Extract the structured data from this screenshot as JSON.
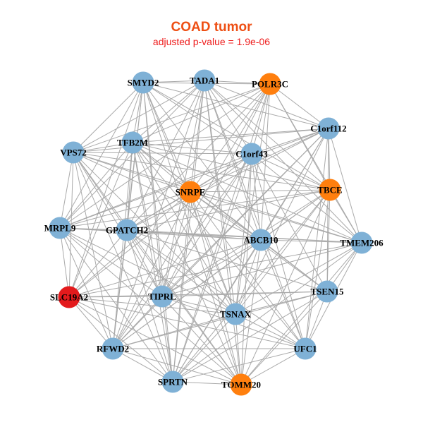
{
  "header": {
    "title": "COAD tumor",
    "subtitle": "adjusted p-value = 1.9e-06"
  },
  "colors": {
    "title": "#ee4f14",
    "subtitle": "#ee1c1c",
    "edge": "#aaaaaa",
    "default_node": "#7fb1d6",
    "highlight_node": "#ff7f0e",
    "query_node": "#e31a1c"
  },
  "nodes": [
    {
      "id": "SMYD2",
      "label": "SMYD2",
      "color": "#7fb1d6"
    },
    {
      "id": "TADA1",
      "label": "TADA1",
      "color": "#7fb1d6"
    },
    {
      "id": "POLR3C",
      "label": "POLR3C",
      "color": "#ff7f0e"
    },
    {
      "id": "C1orf112",
      "label": "C1orf112",
      "color": "#7fb1d6"
    },
    {
      "id": "TFB2M",
      "label": "TFB2M",
      "color": "#7fb1d6"
    },
    {
      "id": "C1orf43",
      "label": "C1orf43",
      "color": "#7fb1d6"
    },
    {
      "id": "VPS72",
      "label": "VPS72",
      "color": "#7fb1d6"
    },
    {
      "id": "SNRPE",
      "label": "SNRPE",
      "color": "#ff7f0e"
    },
    {
      "id": "TBCE",
      "label": "TBCE",
      "color": "#ff7f0e"
    },
    {
      "id": "MRPL9",
      "label": "MRPL9",
      "color": "#7fb1d6"
    },
    {
      "id": "GPATCH2",
      "label": "GPATCH2",
      "color": "#7fb1d6"
    },
    {
      "id": "ABCB10",
      "label": "ABCB10",
      "color": "#7fb1d6"
    },
    {
      "id": "TMEM206",
      "label": "TMEM206",
      "color": "#7fb1d6"
    },
    {
      "id": "SLC19A2",
      "label": "SLC19A2",
      "color": "#e31a1c"
    },
    {
      "id": "TIPRL",
      "label": "TIPRL",
      "color": "#7fb1d6"
    },
    {
      "id": "TSEN15",
      "label": "TSEN15",
      "color": "#7fb1d6"
    },
    {
      "id": "TSNAX",
      "label": "TSNAX",
      "color": "#7fb1d6"
    },
    {
      "id": "RFWD2",
      "label": "RFWD2",
      "color": "#7fb1d6"
    },
    {
      "id": "UFC1",
      "label": "UFC1",
      "color": "#7fb1d6"
    },
    {
      "id": "SPRTN",
      "label": "SPRTN",
      "color": "#7fb1d6"
    },
    {
      "id": "TOMM20",
      "label": "TOMM20",
      "color": "#ff7f0e"
    }
  ],
  "edges": [
    [
      "SMYD2",
      "TADA1"
    ],
    [
      "SMYD2",
      "POLR3C"
    ],
    [
      "SMYD2",
      "TFB2M"
    ],
    [
      "SMYD2",
      "C1orf43"
    ],
    [
      "SMYD2",
      "VPS72"
    ],
    [
      "SMYD2",
      "SNRPE"
    ],
    [
      "SMYD2",
      "MRPL9"
    ],
    [
      "SMYD2",
      "GPATCH2"
    ],
    [
      "SMYD2",
      "ABCB10"
    ],
    [
      "SMYD2",
      "TIPRL"
    ],
    [
      "SMYD2",
      "TSNAX"
    ],
    [
      "SMYD2",
      "RFWD2"
    ],
    [
      "SMYD2",
      "SPRTN"
    ],
    [
      "SMYD2",
      "TOMM20"
    ],
    [
      "SMYD2",
      "TBCE"
    ],
    [
      "SMYD2",
      "SLC19A2"
    ],
    [
      "SMYD2",
      "C1orf112"
    ],
    [
      "TADA1",
      "POLR3C"
    ],
    [
      "TADA1",
      "C1orf112"
    ],
    [
      "TADA1",
      "TFB2M"
    ],
    [
      "TADA1",
      "C1orf43"
    ],
    [
      "TADA1",
      "VPS72"
    ],
    [
      "TADA1",
      "SNRPE"
    ],
    [
      "TADA1",
      "GPATCH2"
    ],
    [
      "TADA1",
      "ABCB10"
    ],
    [
      "TADA1",
      "TIPRL"
    ],
    [
      "TADA1",
      "TSNAX"
    ],
    [
      "TADA1",
      "RFWD2"
    ],
    [
      "TADA1",
      "SPRTN"
    ],
    [
      "TADA1",
      "TBCE"
    ],
    [
      "TADA1",
      "TMEM206"
    ],
    [
      "TADA1",
      "MRPL9"
    ],
    [
      "TADA1",
      "UFC1"
    ],
    [
      "TADA1",
      "TOMM20"
    ],
    [
      "POLR3C",
      "C1orf112"
    ],
    [
      "POLR3C",
      "TFB2M"
    ],
    [
      "POLR3C",
      "C1orf43"
    ],
    [
      "POLR3C",
      "SNRPE"
    ],
    [
      "POLR3C",
      "GPATCH2"
    ],
    [
      "POLR3C",
      "ABCB10"
    ],
    [
      "POLR3C",
      "TSNAX"
    ],
    [
      "POLR3C",
      "SPRTN"
    ],
    [
      "POLR3C",
      "TBCE"
    ],
    [
      "POLR3C",
      "TMEM206"
    ],
    [
      "POLR3C",
      "VPS72"
    ],
    [
      "POLR3C",
      "TIPRL"
    ],
    [
      "POLR3C",
      "RFWD2"
    ],
    [
      "POLR3C",
      "MRPL9"
    ],
    [
      "C1orf112",
      "TFB2M"
    ],
    [
      "C1orf112",
      "C1orf43"
    ],
    [
      "C1orf112",
      "VPS72"
    ],
    [
      "C1orf112",
      "SNRPE"
    ],
    [
      "C1orf112",
      "GPATCH2"
    ],
    [
      "C1orf112",
      "ABCB10"
    ],
    [
      "C1orf112",
      "TBCE"
    ],
    [
      "C1orf112",
      "TMEM206"
    ],
    [
      "C1orf112",
      "TSNAX"
    ],
    [
      "C1orf112",
      "TIPRL"
    ],
    [
      "C1orf112",
      "SPRTN"
    ],
    [
      "C1orf112",
      "RFWD2"
    ],
    [
      "C1orf112",
      "MRPL9"
    ],
    [
      "C1orf112",
      "TSEN15"
    ],
    [
      "C1orf112",
      "UFC1"
    ],
    [
      "TFB2M",
      "C1orf43"
    ],
    [
      "TFB2M",
      "VPS72"
    ],
    [
      "TFB2M",
      "SNRPE"
    ],
    [
      "TFB2M",
      "MRPL9"
    ],
    [
      "TFB2M",
      "GPATCH2"
    ],
    [
      "TFB2M",
      "ABCB10"
    ],
    [
      "TFB2M",
      "TIPRL"
    ],
    [
      "TFB2M",
      "TSNAX"
    ],
    [
      "TFB2M",
      "RFWD2"
    ],
    [
      "TFB2M",
      "SPRTN"
    ],
    [
      "TFB2M",
      "TOMM20"
    ],
    [
      "TFB2M",
      "TBCE"
    ],
    [
      "TFB2M",
      "TMEM206"
    ],
    [
      "TFB2M",
      "SLC19A2"
    ],
    [
      "TFB2M",
      "UFC1"
    ],
    [
      "TFB2M",
      "TSEN15"
    ],
    [
      "C1orf43",
      "VPS72"
    ],
    [
      "C1orf43",
      "SNRPE"
    ],
    [
      "C1orf43",
      "TBCE"
    ],
    [
      "C1orf43",
      "MRPL9"
    ],
    [
      "C1orf43",
      "GPATCH2"
    ],
    [
      "C1orf43",
      "ABCB10"
    ],
    [
      "C1orf43",
      "TMEM206"
    ],
    [
      "C1orf43",
      "TIPRL"
    ],
    [
      "C1orf43",
      "TSEN15"
    ],
    [
      "C1orf43",
      "TSNAX"
    ],
    [
      "C1orf43",
      "RFWD2"
    ],
    [
      "C1orf43",
      "UFC1"
    ],
    [
      "C1orf43",
      "SPRTN"
    ],
    [
      "C1orf43",
      "TOMM20"
    ],
    [
      "C1orf43",
      "SLC19A2"
    ],
    [
      "VPS72",
      "SNRPE"
    ],
    [
      "VPS72",
      "MRPL9"
    ],
    [
      "VPS72",
      "GPATCH2"
    ],
    [
      "VPS72",
      "ABCB10"
    ],
    [
      "VPS72",
      "TIPRL"
    ],
    [
      "VPS72",
      "TSNAX"
    ],
    [
      "VPS72",
      "SLC19A2"
    ],
    [
      "VPS72",
      "RFWD2"
    ],
    [
      "VPS72",
      "SPRTN"
    ],
    [
      "VPS72",
      "TBCE"
    ],
    [
      "VPS72",
      "TOMM20"
    ],
    [
      "VPS72",
      "TMEM206"
    ],
    [
      "SNRPE",
      "TBCE"
    ],
    [
      "SNRPE",
      "MRPL9"
    ],
    [
      "SNRPE",
      "GPATCH2"
    ],
    [
      "SNRPE",
      "ABCB10"
    ],
    [
      "SNRPE",
      "TMEM206"
    ],
    [
      "SNRPE",
      "TIPRL"
    ],
    [
      "SNRPE",
      "TSEN15"
    ],
    [
      "SNRPE",
      "TSNAX"
    ],
    [
      "SNRPE",
      "RFWD2"
    ],
    [
      "SNRPE",
      "UFC1"
    ],
    [
      "SNRPE",
      "SPRTN"
    ],
    [
      "SNRPE",
      "TOMM20"
    ],
    [
      "SNRPE",
      "SLC19A2"
    ],
    [
      "TBCE",
      "GPATCH2"
    ],
    [
      "TBCE",
      "ABCB10"
    ],
    [
      "TBCE",
      "TMEM206"
    ],
    [
      "TBCE",
      "TIPRL"
    ],
    [
      "TBCE",
      "TSEN15"
    ],
    [
      "TBCE",
      "TSNAX"
    ],
    [
      "TBCE",
      "UFC1"
    ],
    [
      "TBCE",
      "SPRTN"
    ],
    [
      "TBCE",
      "TOMM20"
    ],
    [
      "TBCE",
      "MRPL9"
    ],
    [
      "TBCE",
      "RFWD2"
    ],
    [
      "MRPL9",
      "GPATCH2"
    ],
    [
      "MRPL9",
      "ABCB10"
    ],
    [
      "MRPL9",
      "TIPRL"
    ],
    [
      "MRPL9",
      "SLC19A2"
    ],
    [
      "MRPL9",
      "RFWD2"
    ],
    [
      "MRPL9",
      "SPRTN"
    ],
    [
      "MRPL9",
      "TSNAX"
    ],
    [
      "MRPL9",
      "TMEM206"
    ],
    [
      "MRPL9",
      "TOMM20"
    ],
    [
      "GPATCH2",
      "ABCB10"
    ],
    [
      "GPATCH2",
      "TMEM206"
    ],
    [
      "GPATCH2",
      "SLC19A2"
    ],
    [
      "GPATCH2",
      "TIPRL"
    ],
    [
      "GPATCH2",
      "TSEN15"
    ],
    [
      "GPATCH2",
      "TSNAX"
    ],
    [
      "GPATCH2",
      "RFWD2"
    ],
    [
      "GPATCH2",
      "UFC1"
    ],
    [
      "GPATCH2",
      "SPRTN"
    ],
    [
      "GPATCH2",
      "TOMM20"
    ],
    [
      "ABCB10",
      "TMEM206"
    ],
    [
      "ABCB10",
      "TIPRL"
    ],
    [
      "ABCB10",
      "TSEN15"
    ],
    [
      "ABCB10",
      "TSNAX"
    ],
    [
      "ABCB10",
      "RFWD2"
    ],
    [
      "ABCB10",
      "UFC1"
    ],
    [
      "ABCB10",
      "SPRTN"
    ],
    [
      "ABCB10",
      "TOMM20"
    ],
    [
      "ABCB10",
      "SLC19A2"
    ],
    [
      "TMEM206",
      "TSEN15"
    ],
    [
      "TMEM206",
      "TSNAX"
    ],
    [
      "TMEM206",
      "UFC1"
    ],
    [
      "TMEM206",
      "TIPRL"
    ],
    [
      "TMEM206",
      "SLC19A2"
    ],
    [
      "TMEM206",
      "SPRTN"
    ],
    [
      "TMEM206",
      "TOMM20"
    ],
    [
      "SLC19A2",
      "TIPRL"
    ],
    [
      "SLC19A2",
      "TSNAX"
    ],
    [
      "SLC19A2",
      "RFWD2"
    ],
    [
      "SLC19A2",
      "SPRTN"
    ],
    [
      "SLC19A2",
      "TSEN15"
    ],
    [
      "SLC19A2",
      "UFC1"
    ],
    [
      "SLC19A2",
      "TOMM20"
    ],
    [
      "TIPRL",
      "TSEN15"
    ],
    [
      "TIPRL",
      "TSNAX"
    ],
    [
      "TIPRL",
      "RFWD2"
    ],
    [
      "TIPRL",
      "SPRTN"
    ],
    [
      "TIPRL",
      "UFC1"
    ],
    [
      "TIPRL",
      "TOMM20"
    ],
    [
      "TSEN15",
      "TSNAX"
    ],
    [
      "TSEN15",
      "UFC1"
    ],
    [
      "TSEN15",
      "SPRTN"
    ],
    [
      "TSEN15",
      "TOMM20"
    ],
    [
      "TSEN15",
      "RFWD2"
    ],
    [
      "TSNAX",
      "RFWD2"
    ],
    [
      "TSNAX",
      "UFC1"
    ],
    [
      "TSNAX",
      "SPRTN"
    ],
    [
      "TSNAX",
      "TOMM20"
    ],
    [
      "RFWD2",
      "SPRTN"
    ],
    [
      "RFWD2",
      "UFC1"
    ],
    [
      "RFWD2",
      "TOMM20"
    ],
    [
      "UFC1",
      "SPRTN"
    ],
    [
      "UFC1",
      "TOMM20"
    ],
    [
      "SPRTN",
      "TOMM20"
    ]
  ]
}
